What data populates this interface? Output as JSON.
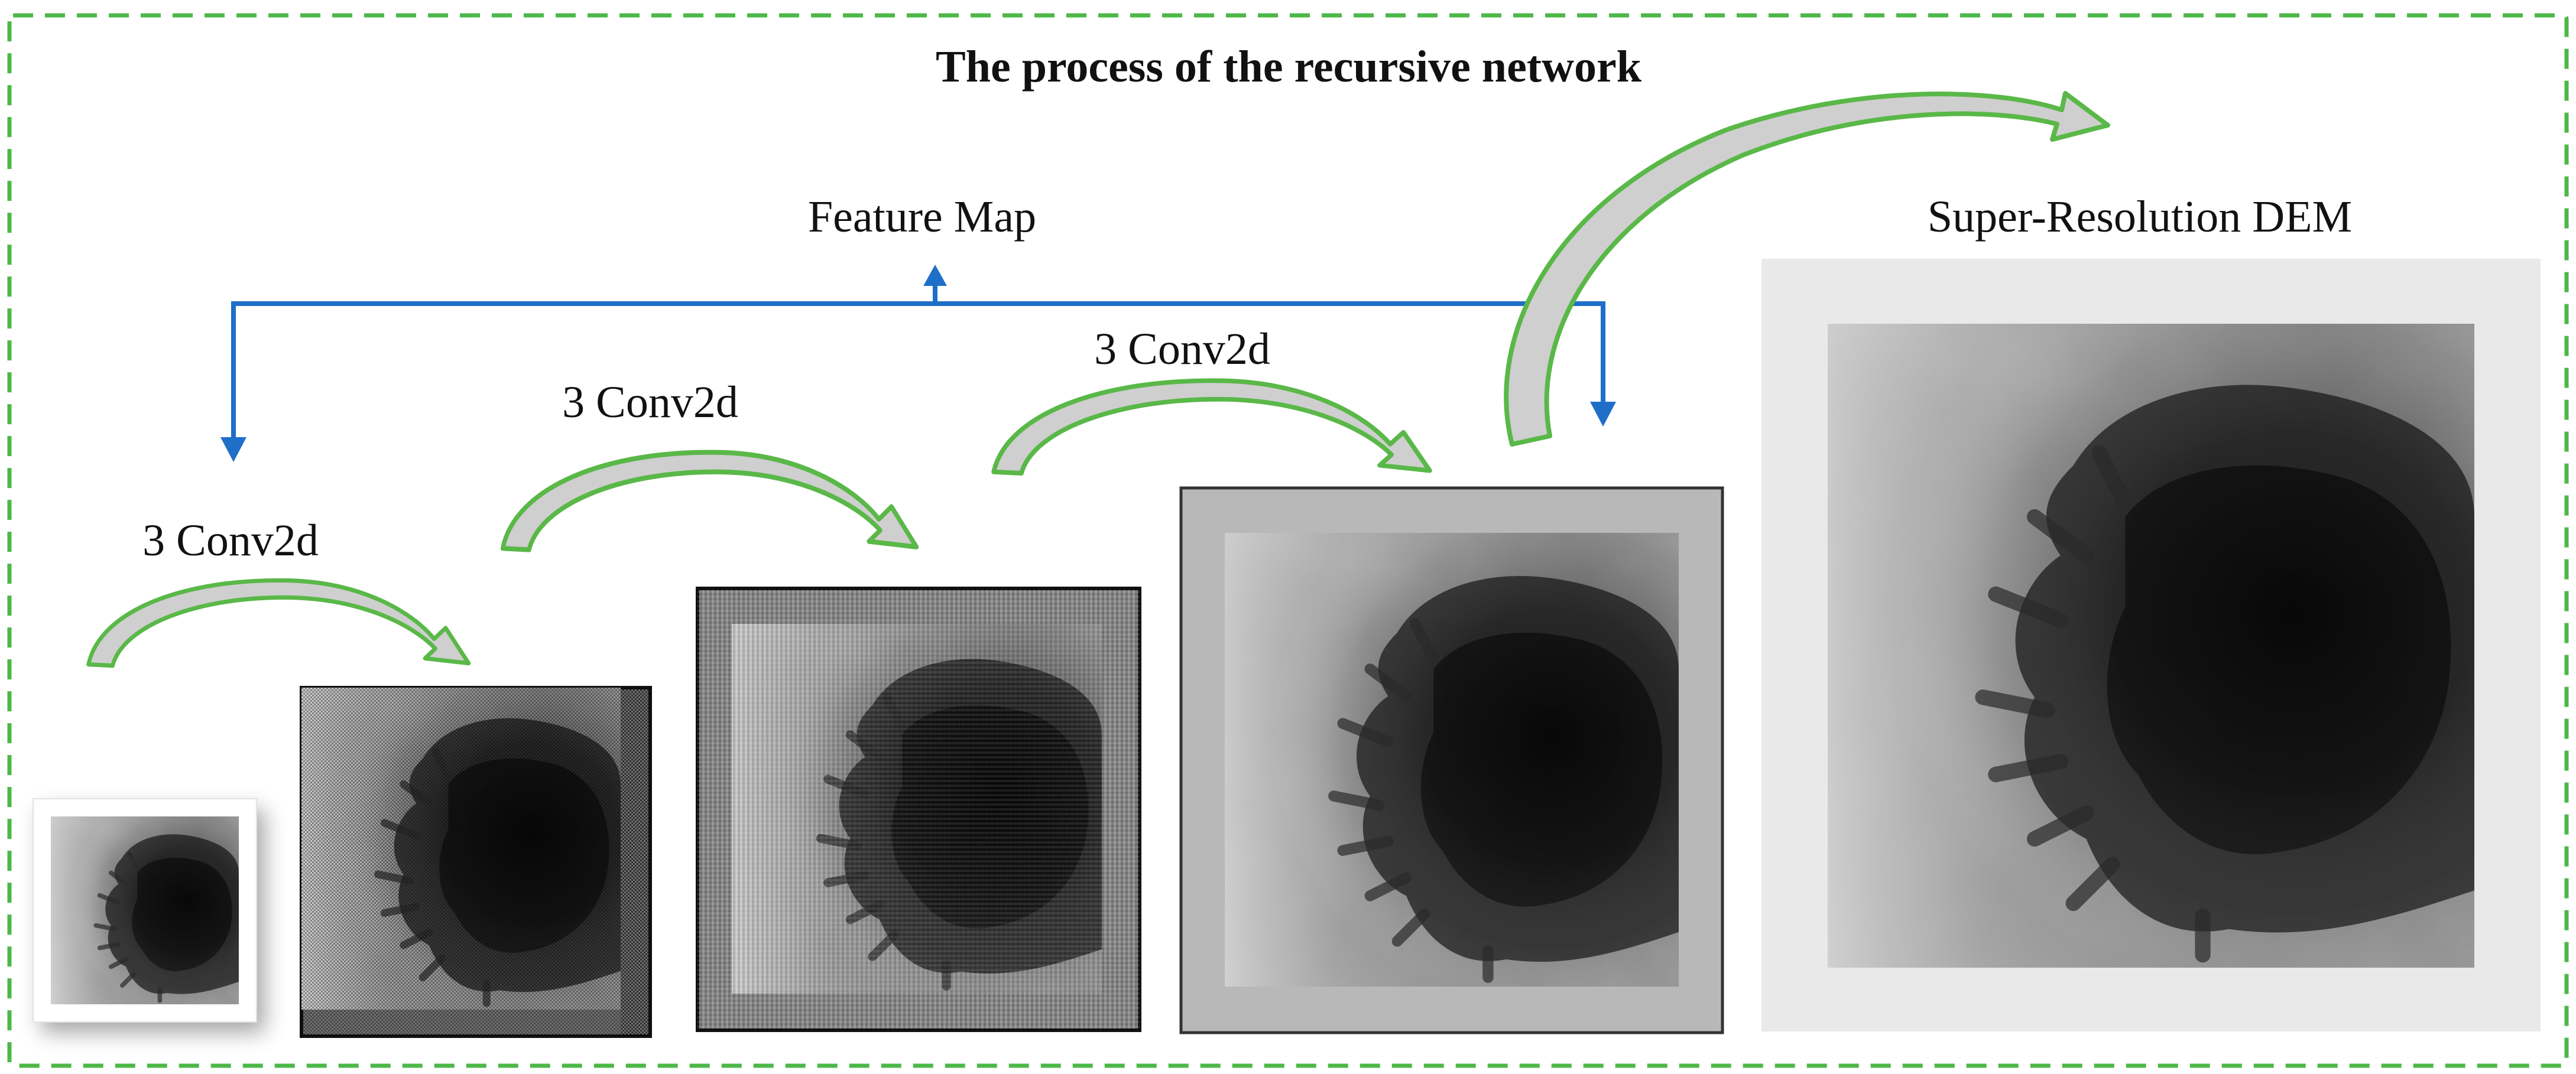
{
  "title": "The process of the recursive network",
  "labels": {
    "feature_map": "Feature Map",
    "super_resolution": "Super-Resolution DEM",
    "conv_1": "3 Conv2d",
    "conv_2": "3 Conv2d",
    "conv_3": "3 Conv2d"
  },
  "colors": {
    "frame_dash": "#4cb848",
    "blue_arrow": "#1f6fc8",
    "green_arrow": "#5ab848",
    "arrow_fill": "#c8c8c8"
  },
  "stages": [
    {
      "id": "input",
      "icon": "input-dem-image"
    },
    {
      "id": "feature-1",
      "icon": "feature-map-image-1"
    },
    {
      "id": "feature-2",
      "icon": "feature-map-image-2"
    },
    {
      "id": "feature-3",
      "icon": "feature-map-image-3"
    },
    {
      "id": "output",
      "icon": "super-resolution-dem-image"
    }
  ]
}
